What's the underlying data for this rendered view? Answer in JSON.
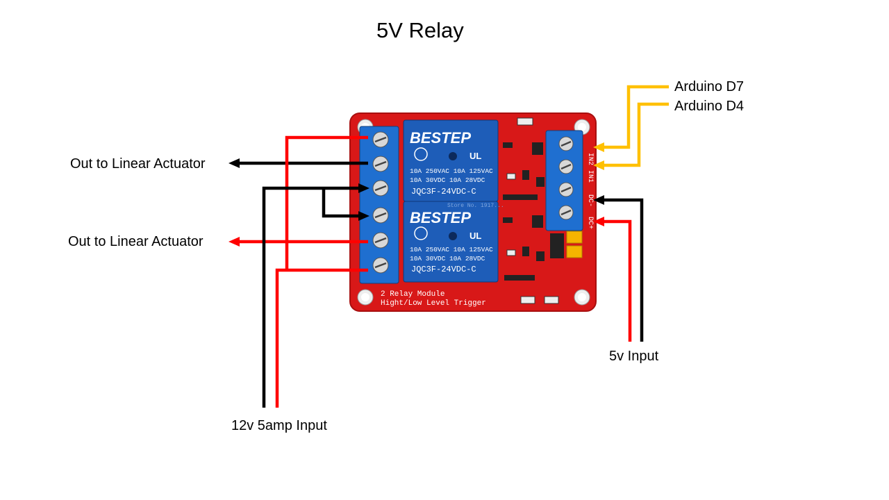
{
  "title": "5V Relay",
  "labels": {
    "out_actuator_top": "Out to Linear Actuator",
    "out_actuator_bottom": "Out to Linear Actuator",
    "arduino_d7": "Arduino D7",
    "arduino_d4": "Arduino D4",
    "input_5v": "5v Input",
    "input_12v": "12v 5amp Input"
  },
  "board": {
    "brand_top": "BESTEP",
    "brand_bottom": "BESTEP",
    "relay_rating_1": "10A 250VAC  10A 125VAC",
    "relay_rating_2": "10A  30VDC  10A  28VDC",
    "relay_model": "JQC3F-24VDC-C",
    "module_line_1": "2 Relay Module",
    "module_line_2": "Hight/Low Level Trigger",
    "pin_in2": "IN2",
    "pin_in1": "IN1",
    "pin_dcm": "DC-",
    "pin_dcp": "DC+",
    "store_mark": "Store No. 1917..."
  },
  "colors": {
    "board_red": "#d81818",
    "relay_blue": "#1e5db8",
    "terminal_blue": "#1f6fd0",
    "wire_black": "#000000",
    "wire_red": "#ff0000",
    "wire_yellow": "#ffc000",
    "jumper_yellow": "#f5b400"
  }
}
